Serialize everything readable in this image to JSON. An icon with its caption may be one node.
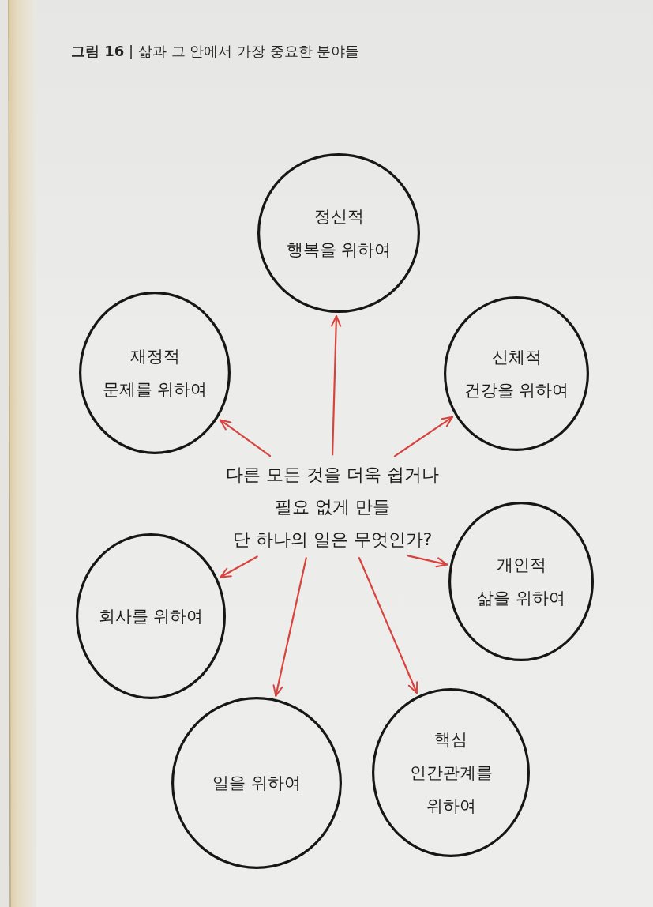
{
  "diagram": {
    "title": "**그림 16** | 삶과 그 안에서 가장 중요한 분야들",
    "nodes": [
      {
        "text": [
          "정신적 행복을 위하여"
        ]
      },
      {
        "text": [
          "재정적 문제를 위하여"
        ]
      },
      {
        "text": [
          "신체적 건강을 위하여"
        ]
      },
      {
        "text": [
          "다른 모든 것을 더욱 쉽거나 필요 없게 만들 단 하나의 일은 무엇인가?"
        ]
      },
      {
        "text": [
          "회사를 위하여"
        ]
      },
      {
        "text": [
          "개인적 삶을 위하여"
        ]
      },
      {
        "text": [
          "일을 위하여"
        ]
      },
      {
        "text": [
          "핵심 인간관계를 위하여"
        ]
      }
    ],
    "edges": [
      {
        "from": 3,
        "to": 0,
        "arrow": "to"
      },
      {
        "from": 3,
        "to": 1,
        "arrow": "to"
      },
      {
        "from": 3,
        "to": 2,
        "arrow": "to"
      },
      {
        "from": 3,
        "to": 4,
        "arrow": "to"
      },
      {
        "from": 3,
        "to": 5,
        "arrow": "to"
      },
      {
        "from": 3,
        "to": 6,
        "arrow": "to"
      },
      {
        "from": 3,
        "to": 7,
        "arrow": "to"
      }
    ]
  }
}
